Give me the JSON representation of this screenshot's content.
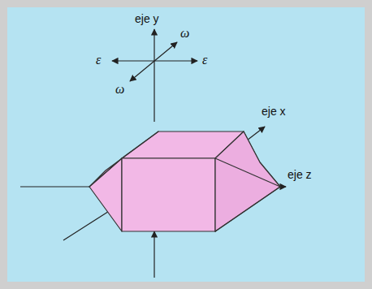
{
  "diagram": {
    "labels": [
      "eje y",
      "ω",
      "ε",
      "ε",
      "ω",
      "eje x",
      "eje z"
    ]
  }
}
